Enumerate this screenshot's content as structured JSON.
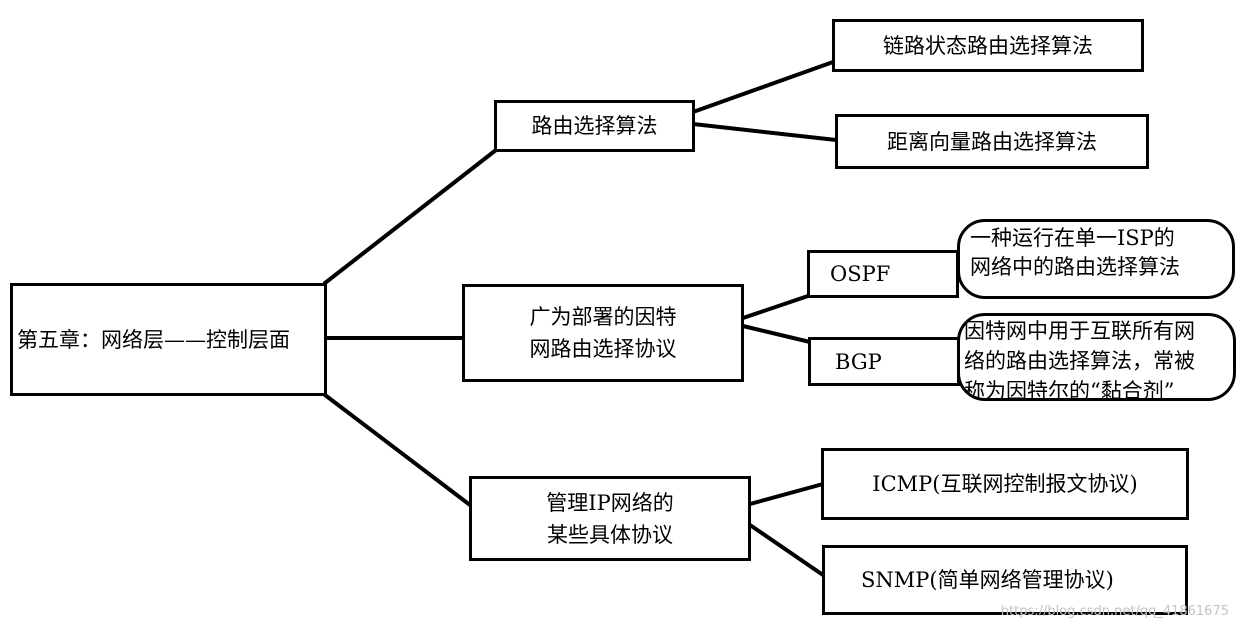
{
  "root": {
    "label": "第五章：网络层——控制层面"
  },
  "branch1": {
    "label": "路由选择算法",
    "children": [
      "链路状态路由选择算法",
      "距离向量路由选择算法"
    ]
  },
  "branch2": {
    "label_line1": "广为部署的因特",
    "label_line2": "网路由选择协议",
    "ospf": {
      "label": "OSPF",
      "note_line1": "一种运行在单一ISP的",
      "note_line2": "网络中的路由选择算法"
    },
    "bgp": {
      "label": "BGP",
      "note_line1": "因特网中用于互联所有网",
      "note_line2": "络的路由选择算法，常被",
      "note_line3": "称为因特尔的“黏合剂”"
    }
  },
  "branch3": {
    "label_line1": "管理IP网络的",
    "label_line2": "某些具体协议",
    "children": [
      "ICMP(互联网控制报文协议)",
      "SNMP(简单网络管理协议)"
    ]
  },
  "watermark": "https://blog.csdn.net/qq_41861675",
  "colors": {
    "stroke": "#000000",
    "background": "#ffffff",
    "watermark": "#c4c4c4"
  }
}
